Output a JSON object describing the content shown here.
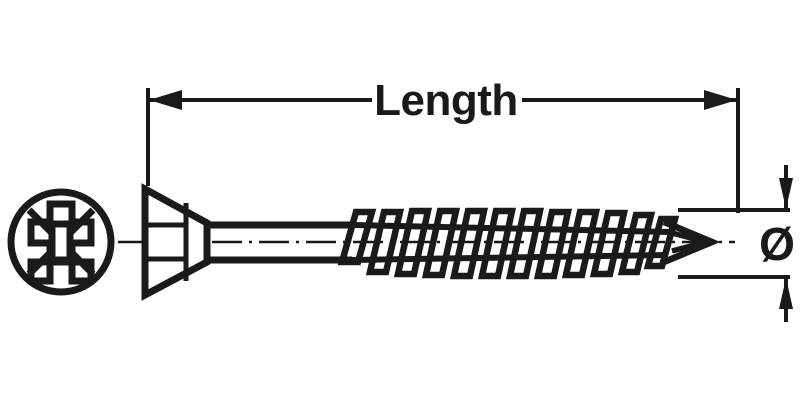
{
  "drawing": {
    "title": "Countersunk Pozidriv wood screw technical drawing",
    "background_color": "#ffffff",
    "line_color": "#1a1a1a",
    "dimensions": {
      "length": {
        "label": "Length",
        "name": "length-dimension",
        "orientation": "horizontal",
        "arrow_style": "double-ended",
        "extension_lines": 2
      },
      "diameter": {
        "label": "Ø",
        "name": "diameter-dimension",
        "orientation": "vertical",
        "arrow_style": "double-ended-inward",
        "extension_lines": 2
      }
    },
    "views": {
      "head_view": {
        "name": "pozidriv-head-end-view",
        "drive_type": "Pozidriv",
        "outline": "circle",
        "recess": "cross with four diagonal ribs"
      },
      "side_view": {
        "name": "screw-side-view",
        "head": "countersunk",
        "shank": "plain",
        "thread": "coarse single-start helical",
        "tip": "pointed",
        "thread_turns": 12
      }
    }
  }
}
